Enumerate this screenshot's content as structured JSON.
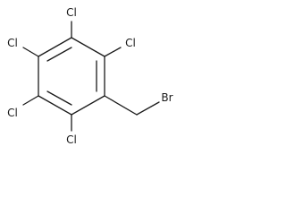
{
  "structure": {
    "atoms": {
      "cl_top": "Cl",
      "cl_upper_left": "Cl",
      "cl_upper_right": "Cl",
      "cl_lower_left": "Cl",
      "cl_bottom": "Cl",
      "br": "Br"
    }
  }
}
